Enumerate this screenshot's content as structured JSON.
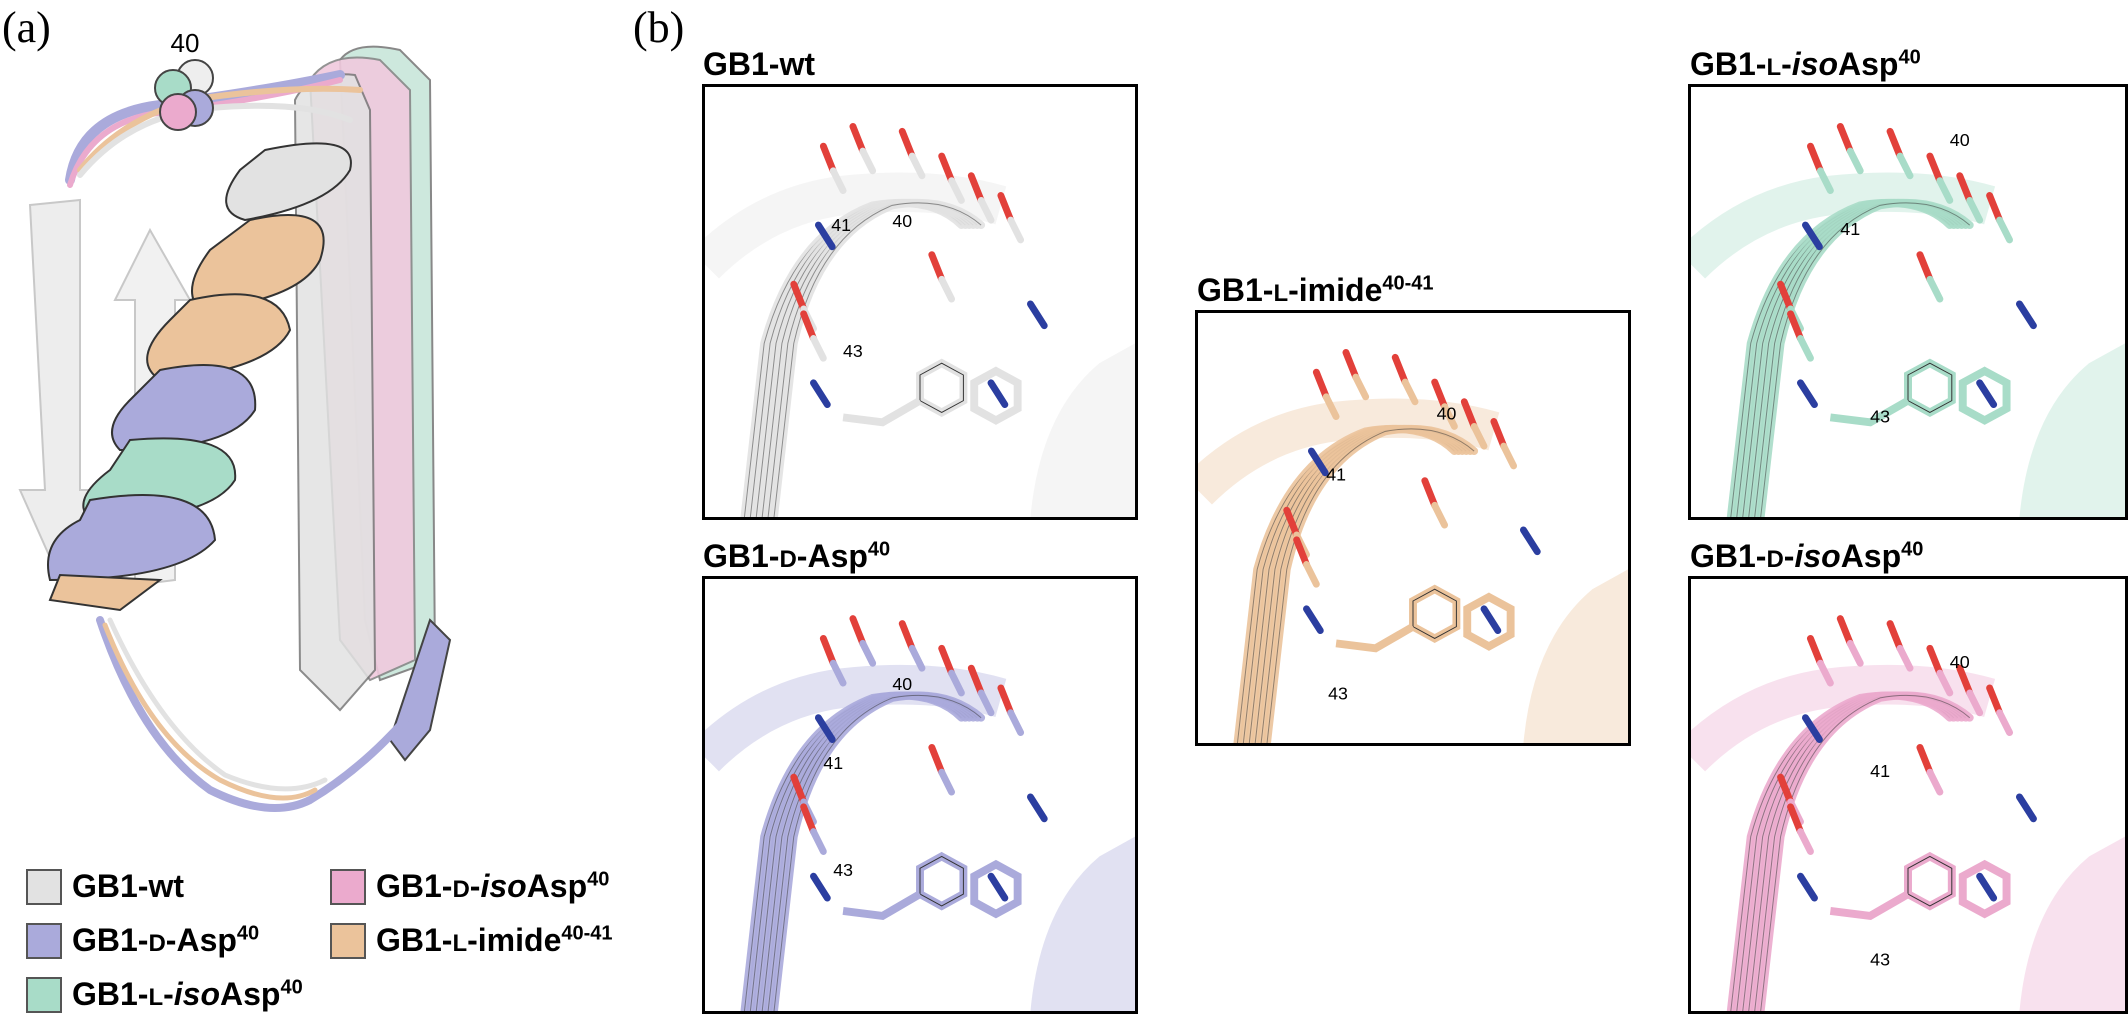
{
  "panel_a": "(a)",
  "panel_b": "(b)",
  "residue_label_a": "40",
  "colors": {
    "wt": "#e2e2e2",
    "d_asp": "#aaaadb",
    "l_isoasp": "#a8dcc8",
    "d_isoasp": "#ebaacd",
    "l_imide": "#ebc39b",
    "oxygen": "#e2403a",
    "nitrogen": "#2b3ea0"
  },
  "legend": [
    {
      "pre": "GB1-wt",
      "sc": "",
      "mid": "",
      "italic": "",
      "post": "",
      "sup": "",
      "color_key": "wt"
    },
    {
      "pre": "GB1-",
      "sc": "D",
      "mid": "-",
      "italic": "",
      "post": "Asp",
      "sup": "40",
      "color_key": "d_asp"
    },
    {
      "pre": "GB1-",
      "sc": "L",
      "mid": "-",
      "italic": "iso",
      "post": "Asp",
      "sup": "40",
      "color_key": "l_isoasp"
    },
    {
      "pre": "GB1-",
      "sc": "D",
      "mid": "-",
      "italic": "iso",
      "post": "Asp",
      "sup": "40",
      "color_key": "d_isoasp"
    },
    {
      "pre": "GB1-",
      "sc": "L",
      "mid": "-",
      "italic": "",
      "post": "imide",
      "sup": "40-41",
      "color_key": "l_imide"
    }
  ],
  "panels": [
    {
      "id": "wt",
      "pre": "GB1-wt",
      "sc": "",
      "mid": "",
      "italic": "",
      "post": "",
      "sup": "",
      "labels": [
        "41",
        "40",
        "43"
      ]
    },
    {
      "id": "d_asp",
      "pre": "GB1-",
      "sc": "D",
      "mid": "-",
      "italic": "",
      "post": "Asp",
      "sup": "40",
      "labels": [
        "40",
        "41",
        "43"
      ]
    },
    {
      "id": "l_imide",
      "pre": "GB1-",
      "sc": "L",
      "mid": "-",
      "italic": "",
      "post": "imide",
      "sup": "40-41",
      "labels": [
        "40",
        "41",
        "43"
      ]
    },
    {
      "id": "l_isoasp",
      "pre": "GB1-",
      "sc": "L",
      "mid": "-",
      "italic": "iso",
      "post": "Asp",
      "sup": "40",
      "labels": [
        "40",
        "41",
        "43"
      ]
    },
    {
      "id": "d_isoasp",
      "pre": "GB1-",
      "sc": "D",
      "mid": "-",
      "italic": "iso",
      "post": "Asp",
      "sup": "40",
      "labels": [
        "40",
        "41",
        "43"
      ]
    }
  ]
}
